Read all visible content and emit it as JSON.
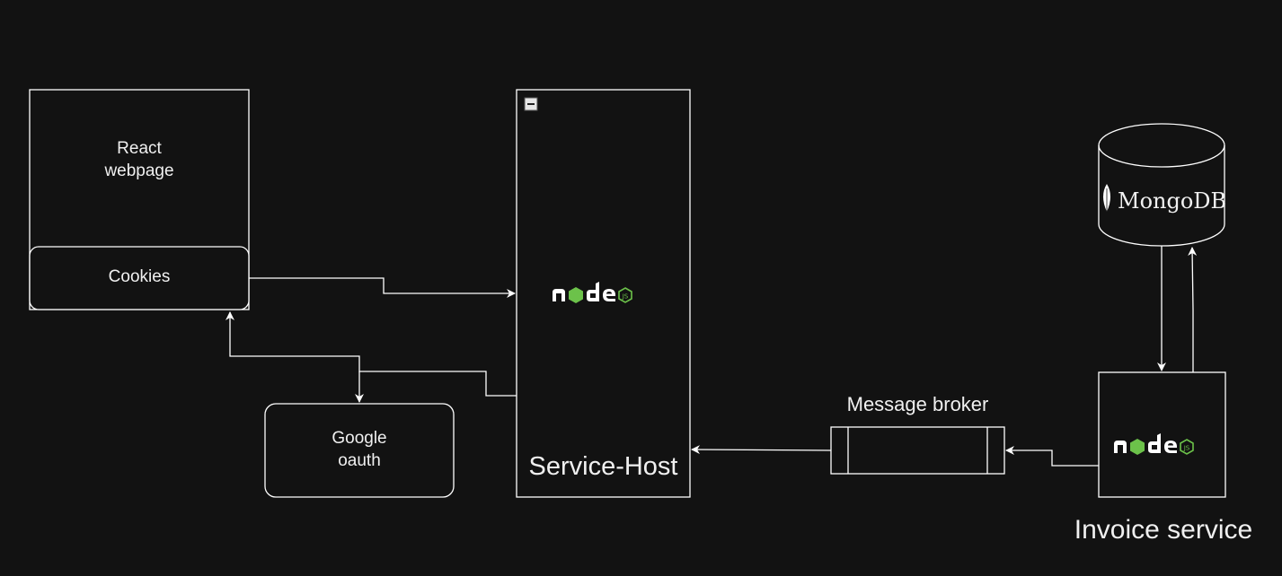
{
  "diagram": {
    "colors": {
      "background": "#121212",
      "stroke": "#ffffff",
      "text": "#f0f0f0",
      "node_green": "#6cc24a"
    },
    "nodes": {
      "react_webpage": {
        "label": "React\nwebpage"
      },
      "cookies": {
        "label": "Cookies"
      },
      "google_oauth": {
        "label": "Google\noauth"
      },
      "service_host": {
        "label": "Service-Host",
        "icon": "nodejs-logo",
        "collapse_icon": "minus-icon"
      },
      "message_broker": {
        "label": "Message broker"
      },
      "invoice_service": {
        "label": "Invoice service",
        "icon": "nodejs-logo"
      },
      "mongodb": {
        "label": "MongoDB",
        "icon": "leaf-icon",
        "shape": "cylinder"
      }
    },
    "edges": [
      {
        "from": "cookies",
        "to": "service_host"
      },
      {
        "from": "service_host",
        "to": "cookies"
      },
      {
        "from": "service_host",
        "to": "google_oauth"
      },
      {
        "from": "invoice_service",
        "to": "message_broker"
      },
      {
        "from": "message_broker",
        "to": "service_host"
      },
      {
        "from": "mongodb",
        "to": "invoice_service"
      },
      {
        "from": "invoice_service",
        "to": "mongodb"
      }
    ]
  }
}
